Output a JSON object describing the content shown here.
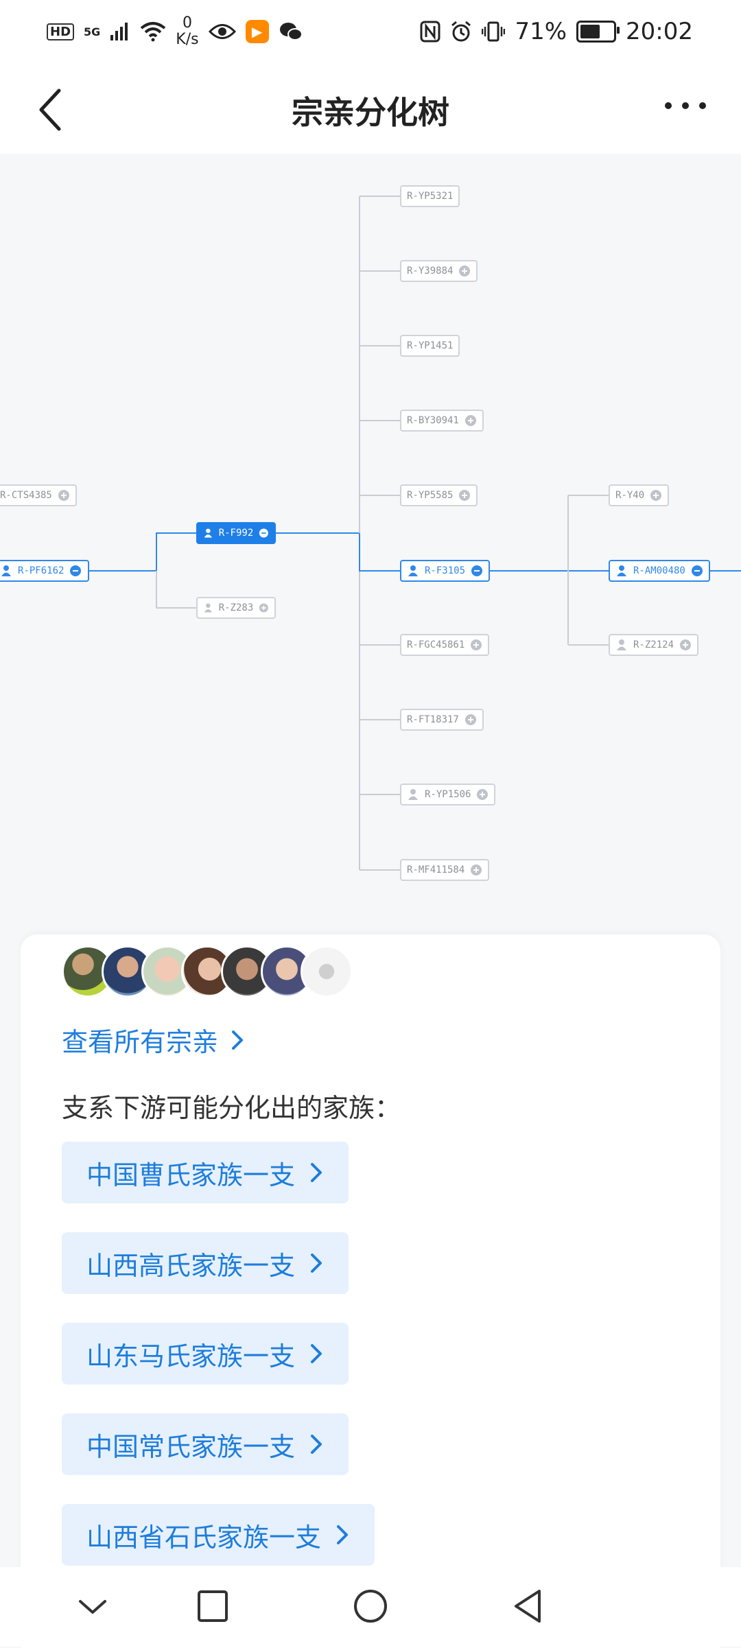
{
  "status_bar": {
    "hd": "HD",
    "signal": "5G",
    "net_speed_value": "0",
    "net_speed_unit": "K/s",
    "battery_percent": "71%",
    "battery_level": 0.71,
    "time": "20:02",
    "app_badge_icon": "video-app-icon",
    "icons": [
      "signal-icon",
      "wifi-icon",
      "eye-icon",
      "wechat-icon",
      "nfc-icon",
      "alarm-icon",
      "vibrate-icon",
      "battery-icon"
    ]
  },
  "header": {
    "title": "宗亲分化树",
    "back_icon": "back-arrow-icon",
    "more_icon": "more-icon"
  },
  "tree": {
    "accent_color": "#1f7fe8",
    "nodes": {
      "cts4385": "R-CTS4385",
      "pf6162": "R-PF6162",
      "f992": "R-F992",
      "z283": "R-Z283",
      "yp5321": "R-YP5321",
      "y39884": "R-Y39884",
      "yp1451": "R-YP1451",
      "by30941": "R-BY30941",
      "yp5585": "R-YP5585",
      "f3105": "R-F3105",
      "fgc45861": "R-FGC45861",
      "ft18317": "R-FT18317",
      "yp1506": "R-YP1506",
      "mf411584": "R-MF411584",
      "y40": "R-Y40",
      "am00480": "R-AM00480",
      "z2124": "R-Z2124"
    }
  },
  "card": {
    "view_all": "查看所有宗亲",
    "section_label": "支系下游可能分化出的家族：",
    "families": [
      "中国曹氏家族一支",
      "山西高氏家族一支",
      "山东马氏家族一支",
      "中国常氏家族一支",
      "山西省石氏家族一支"
    ]
  },
  "nav_bar": {
    "icons": [
      "nav-down-icon",
      "nav-recents-icon",
      "nav-home-icon",
      "nav-back-icon"
    ]
  }
}
